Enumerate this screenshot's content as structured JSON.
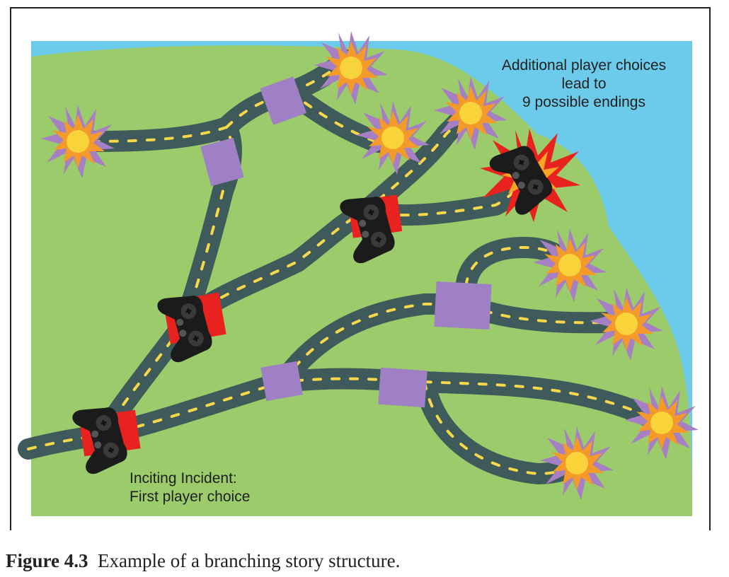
{
  "diagram": {
    "endings_label": {
      "line1": "Additional player choices",
      "line2": "lead to",
      "line3": "9 possible endings"
    },
    "inciting_label": {
      "line1": "Inciting Incident:",
      "line2": "First player choice"
    },
    "colors": {
      "sky": "#6ccbea",
      "land": "#9bcb6b",
      "road": "#3f5a5a",
      "road_dash": "#f6d84a",
      "branch_node": "#a080c4",
      "player_choice_node": "#e8231f",
      "ending_burst_outer": "#a77fc3",
      "ending_burst_inner": "#f8c320",
      "controller": "#1b1b1b"
    },
    "icons": [
      "game-controller-icon",
      "explosion-burst-icon"
    ]
  },
  "caption": {
    "figure_number": "Figure 4.3",
    "text": "Example of a branching story structure."
  }
}
